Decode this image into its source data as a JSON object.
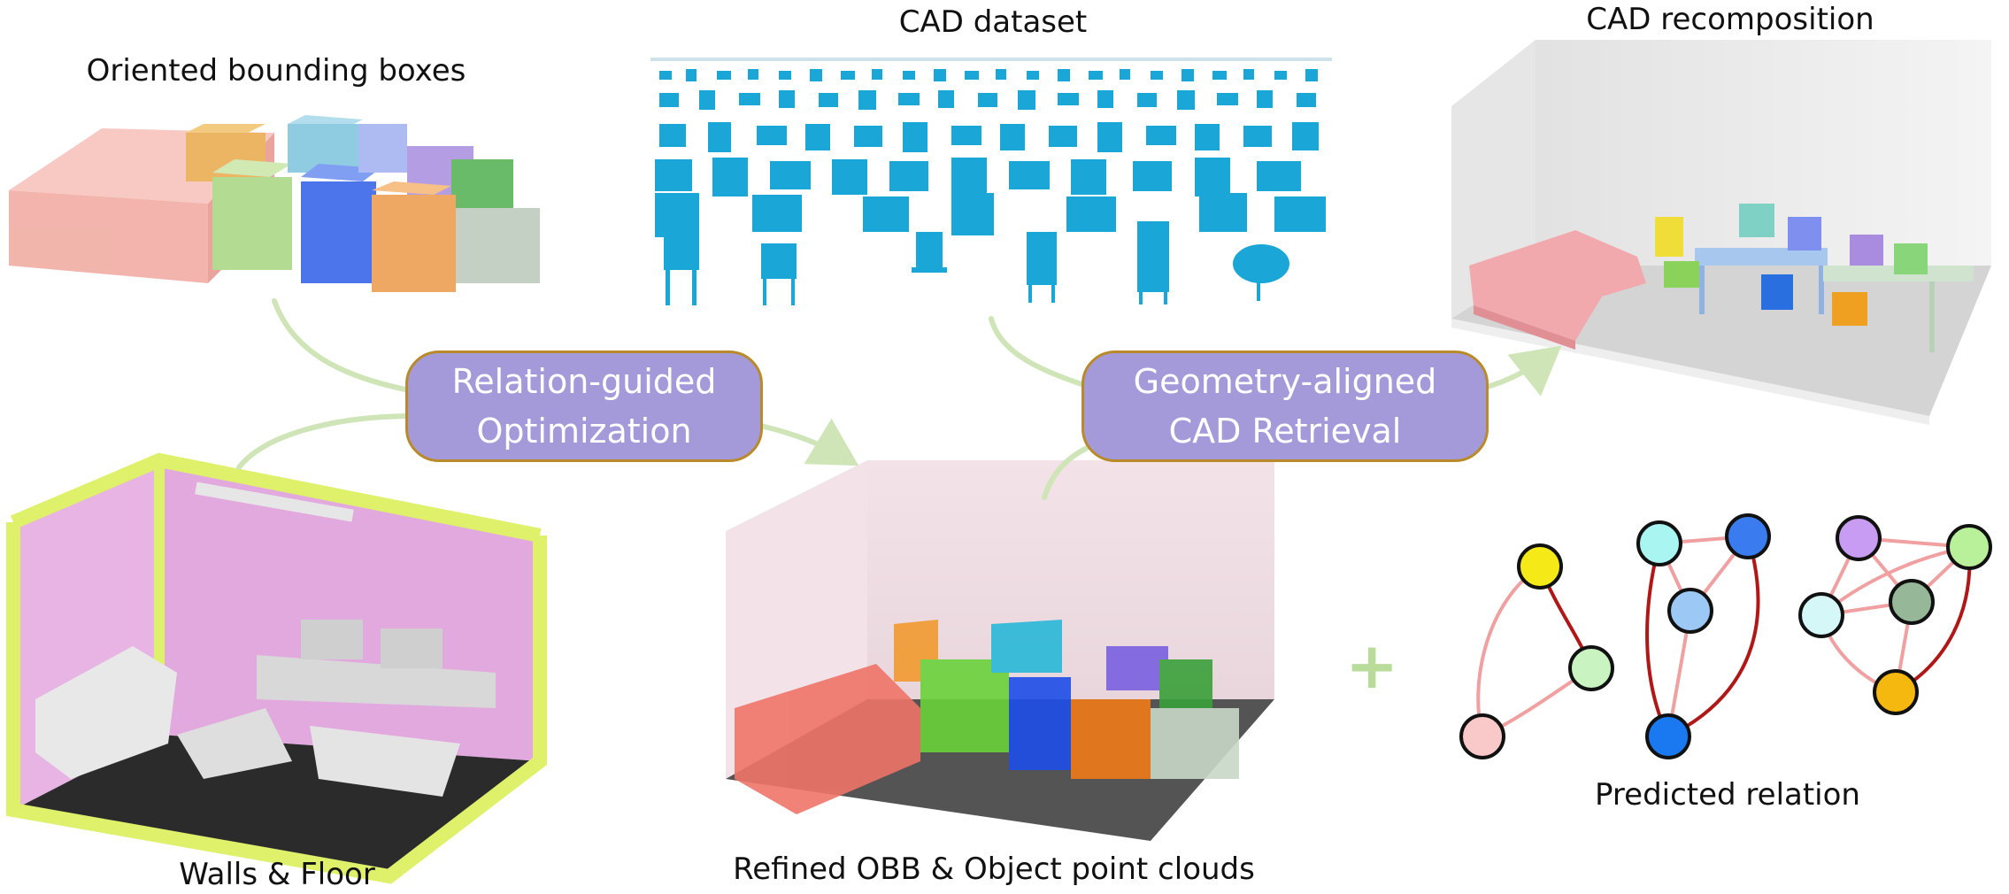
{
  "labels": {
    "oriented_bounding_boxes": "Oriented bounding boxes",
    "cad_dataset": "CAD dataset",
    "cad_recomposition": "CAD recomposition",
    "walls_floor": "Walls & Floor",
    "refined_obb": "Refined OBB & Object point clouds",
    "predicted_relation": "Predicted relation"
  },
  "steps": {
    "relation_guided": [
      "Relation-guided",
      "Optimization"
    ],
    "geometry_aligned": [
      "Geometry-aligned",
      "CAD Retrieval"
    ]
  },
  "plus_symbol": "+",
  "colors": {
    "arrow": "#cfe5b8",
    "pill_fill": "#a59ad9",
    "pill_border": "#b98a2a",
    "cad_blue": "#1aa6d6",
    "wall_pink": "#e7b4e3",
    "wall_frame": "#dff06a",
    "graph_edge_light": "#f0a0a0",
    "graph_edge_dark": "#b01818"
  }
}
